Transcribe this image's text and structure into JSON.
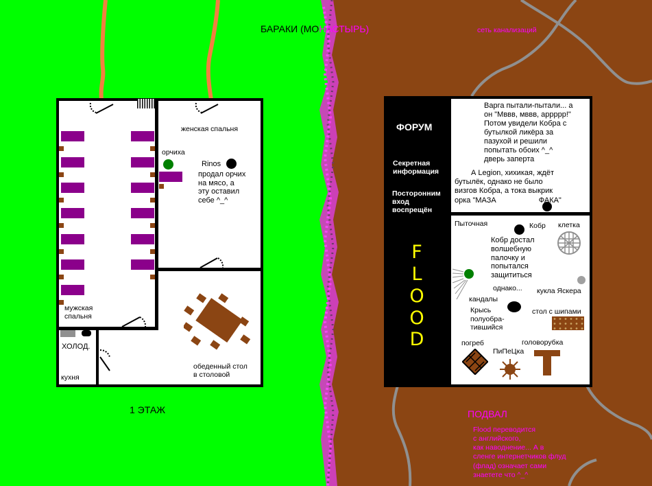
{
  "title": {
    "part1": "БАРАКИ (МО",
    "part2": "НАСТЫРЬ)"
  },
  "sewer_label": "сеть канализаций",
  "first_floor": {
    "label": "1 ЭТАЖ",
    "rooms": {
      "women_bedroom": "женская спальня",
      "men_bedroom": [
        "мужская",
        "спальня"
      ],
      "fridge": "ХОЛОД.",
      "kitchen": "кухня",
      "dining": [
        "обеденный стол",
        "в столовой"
      ]
    },
    "orc_label": "орчиха",
    "rinos_label": "Rinos",
    "rinos_note": [
      "продал орчих",
      "на мясо, а",
      "эту оставил",
      "себе ^_^"
    ]
  },
  "basement": {
    "label": "ПОДВАЛ",
    "forum": {
      "title": "ФОРУМ",
      "secret": [
        "Секретная",
        "информация"
      ],
      "no_entry": [
        "Посторонним",
        "вход",
        "воспрещён"
      ],
      "flood": "FLOOD"
    },
    "story": [
      "Варга пытали-пытали... а",
      "он \"Мввв, мввв, арррpp!\"",
      "Потом увидели Кобра с",
      "бутылкой ликёра за",
      "пазухой и решили",
      "попытать обоих ^_^",
      "дверь заперта"
    ],
    "legion": [
      "А Legion, хихикая, ждёт",
      "бутылёк, однако не было",
      "визгов Кобра, а тока выкрик",
      "орка \"МАЗА",
      "ФАКА\""
    ],
    "torture_room": "Пыточная",
    "kobr_label": "Кобр",
    "cage": "клетка",
    "kobr_story": [
      "Кобр достал",
      "волшебную",
      "палочку и",
      "попытался",
      "защититься"
    ],
    "however": "однако...",
    "doll": "кукла Яскера",
    "shackles": "кандалы",
    "rat": [
      "Крысь",
      "полуобра-",
      "тившийся"
    ],
    "spike_table": "стол с шипами",
    "cellar": "погреб",
    "pipetka": "ПиПеЦка",
    "guillotine": "головоруб­ка"
  },
  "flood_note": [
    "Flood переводится",
    "с английского,",
    "как наводнение... А в",
    "сленге интернетчиков флуд",
    "(флад) означает сами",
    "знаетете что ^_^"
  ],
  "colors": {
    "grass": "#00ff00",
    "dirt": "#8b4513",
    "accent": "#ff00ff",
    "wall": "#000000",
    "bed": "#8b008b",
    "table": "#8b4513"
  }
}
